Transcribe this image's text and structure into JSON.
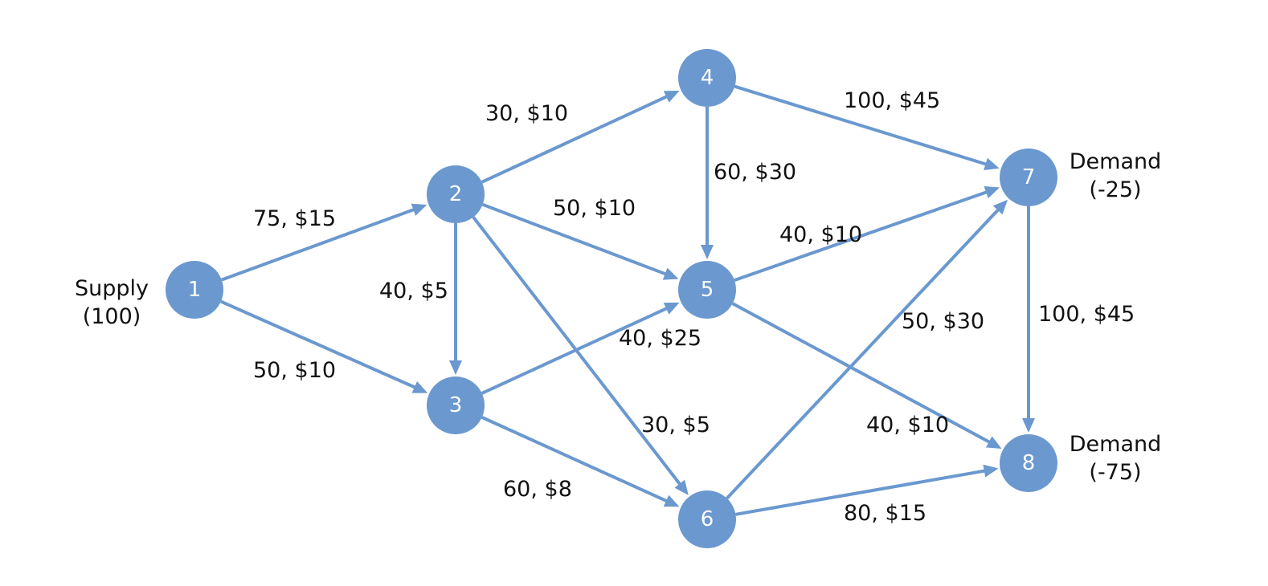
{
  "nodes": [
    {
      "id": "1",
      "label": "1"
    },
    {
      "id": "2",
      "label": "2"
    },
    {
      "id": "3",
      "label": "3"
    },
    {
      "id": "4",
      "label": "4"
    },
    {
      "id": "5",
      "label": "5"
    },
    {
      "id": "6",
      "label": "6"
    },
    {
      "id": "7",
      "label": "7"
    },
    {
      "id": "8",
      "label": "8"
    }
  ],
  "edges": [
    {
      "from": "1",
      "to": "2",
      "label": "75, $15"
    },
    {
      "from": "1",
      "to": "3",
      "label": "50, $10"
    },
    {
      "from": "2",
      "to": "4",
      "label": "30, $10"
    },
    {
      "from": "2",
      "to": "5",
      "label": "50, $10"
    },
    {
      "from": "2",
      "to": "3",
      "label": "40, $5"
    },
    {
      "from": "2",
      "to": "6",
      "label": "30, $5"
    },
    {
      "from": "3",
      "to": "5",
      "label": "40, $25"
    },
    {
      "from": "3",
      "to": "6",
      "label": "60, $8"
    },
    {
      "from": "4",
      "to": "7",
      "label": "100, $45"
    },
    {
      "from": "4",
      "to": "5",
      "label": "60, $30"
    },
    {
      "from": "5",
      "to": "7",
      "label": "40, $10"
    },
    {
      "from": "5",
      "to": "8",
      "label": "40, $10"
    },
    {
      "from": "6",
      "to": "7",
      "label": "50, $30"
    },
    {
      "from": "6",
      "to": "8",
      "label": "80, $15"
    },
    {
      "from": "7",
      "to": "8",
      "label": "100, $45"
    }
  ],
  "annotations": {
    "supply": {
      "line1": "Supply",
      "line2": "(100)"
    },
    "demand_7": {
      "line1": "Demand",
      "line2": "(-25)"
    },
    "demand_8": {
      "line1": "Demand",
      "line2": "(-75)"
    }
  },
  "colors": {
    "node_fill": "#6a98cf",
    "edge": "#6a98cf",
    "text": "#111111"
  }
}
